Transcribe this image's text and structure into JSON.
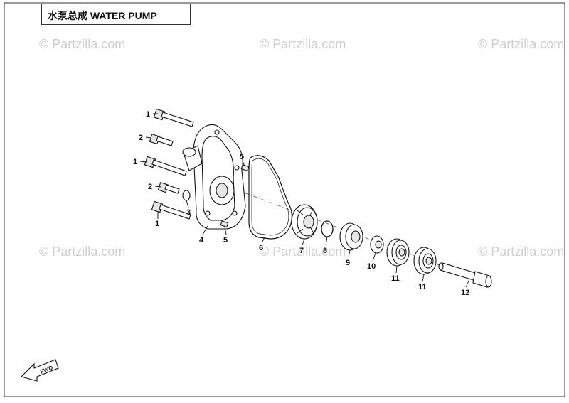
{
  "title": "水泵总成 WATER PUMP",
  "watermark": "© Partzilla.com",
  "fwd_label": "FWD",
  "callouts": [
    "1",
    "2",
    "1",
    "2",
    "3",
    "1",
    "4",
    "5",
    "5",
    "6",
    "7",
    "8",
    "9",
    "10",
    "11",
    "11",
    "12"
  ],
  "colors": {
    "line": "#111111",
    "watermark": "#cfcfcf",
    "background": "#ffffff"
  }
}
